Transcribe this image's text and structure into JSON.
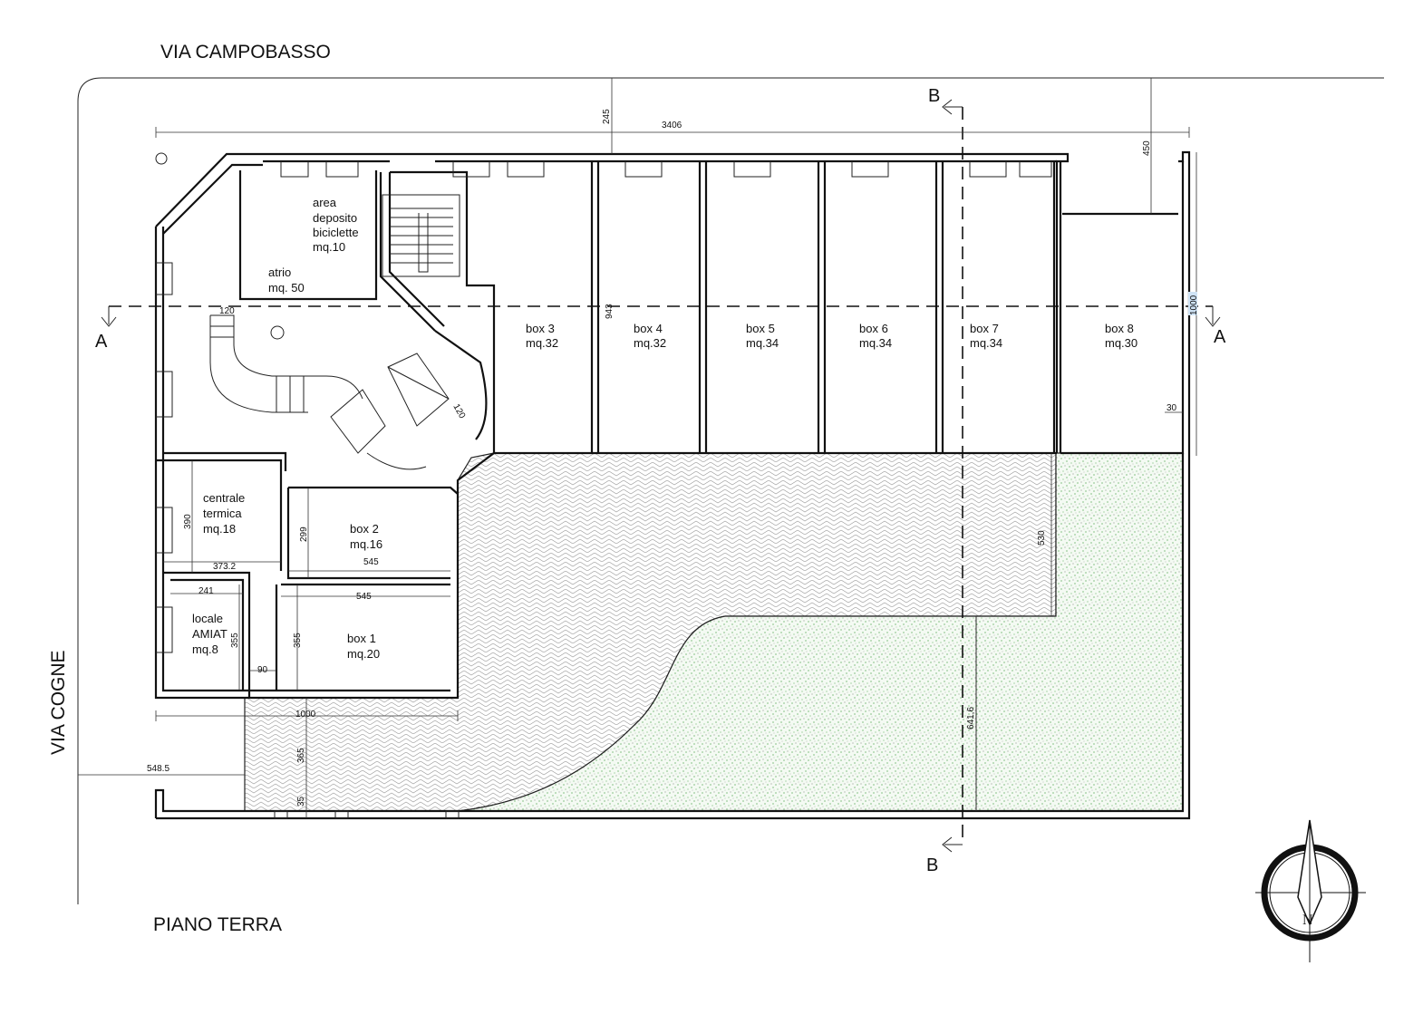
{
  "streets": {
    "top": "VIA CAMPOBASSO",
    "left": "VIA COGNE"
  },
  "title": "PIANO TERRA",
  "sections": {
    "a_left": "A",
    "a_right": "A",
    "b_top": "B",
    "b_bottom": "B"
  },
  "rooms": [
    {
      "l1": "area",
      "l2": "deposito",
      "l3": "biciclette",
      "l4": "mq.10"
    },
    {
      "l1": "atrio",
      "l2": "mq. 50"
    },
    {
      "l1": "box 3",
      "l2": "mq.32"
    },
    {
      "l1": "box 4",
      "l2": "mq.32"
    },
    {
      "l1": "box 5",
      "l2": "mq.34"
    },
    {
      "l1": "box 6",
      "l2": "mq.34"
    },
    {
      "l1": "box 7",
      "l2": "mq.34"
    },
    {
      "l1": "box 8",
      "l2": "mq.30"
    },
    {
      "l1": "centrale",
      "l2": "termica",
      "l3": "mq.18"
    },
    {
      "l1": "box 2",
      "l2": "mq.16"
    },
    {
      "l1": "locale",
      "l2": "AMIAT",
      "l3": "mq.8"
    },
    {
      "l1": "box 1",
      "l2": "mq.20"
    }
  ],
  "dimensions": {
    "total_width": "3406",
    "d245": "245",
    "d450": "450",
    "d943": "943",
    "d1000_right": "1000",
    "d120_top": "120",
    "d120_stair": "120",
    "d30": "30",
    "d390": "390",
    "d299": "299",
    "d373": "373.2",
    "d545_a": "545",
    "d545_b": "545",
    "d241": "241",
    "d355_a": "355",
    "d355_b": "355",
    "d90": "90",
    "d1000_bottom": "1000",
    "d365": "365",
    "d548": "548.5",
    "d35": "35",
    "d530": "530",
    "d641": "641,6"
  },
  "compass": {
    "north": "N"
  },
  "colors": {
    "grass": "#3a9a3a",
    "line": "#111111",
    "highlight": "#cfe3f5"
  }
}
